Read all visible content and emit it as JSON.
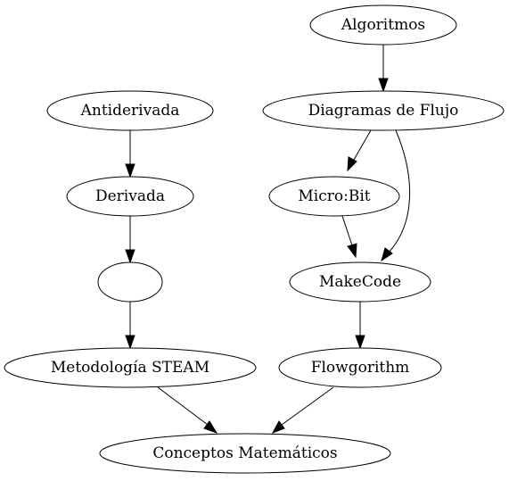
{
  "diagram": {
    "nodes": [
      {
        "id": "algoritmos",
        "label": "Algoritmos"
      },
      {
        "id": "diagramas",
        "label": "Diagramas de Flujo"
      },
      {
        "id": "antiderivada",
        "label": "Antiderivada"
      },
      {
        "id": "derivada",
        "label": "Derivada"
      },
      {
        "id": "microbit",
        "label": "Micro:Bit"
      },
      {
        "id": "blank",
        "label": ""
      },
      {
        "id": "makecode",
        "label": "MakeCode"
      },
      {
        "id": "steam",
        "label": "Metodología STEAM"
      },
      {
        "id": "flowgorithm",
        "label": "Flowgorithm"
      },
      {
        "id": "conceptos",
        "label": "Conceptos Matemáticos"
      }
    ],
    "edges": [
      {
        "from": "algoritmos",
        "to": "diagramas"
      },
      {
        "from": "diagramas",
        "to": "microbit"
      },
      {
        "from": "diagramas",
        "to": "makecode"
      },
      {
        "from": "microbit",
        "to": "makecode"
      },
      {
        "from": "antiderivada",
        "to": "derivada"
      },
      {
        "from": "derivada",
        "to": "blank"
      },
      {
        "from": "blank",
        "to": "steam"
      },
      {
        "from": "makecode",
        "to": "flowgorithm"
      },
      {
        "from": "steam",
        "to": "conceptos"
      },
      {
        "from": "flowgorithm",
        "to": "conceptos"
      }
    ]
  }
}
